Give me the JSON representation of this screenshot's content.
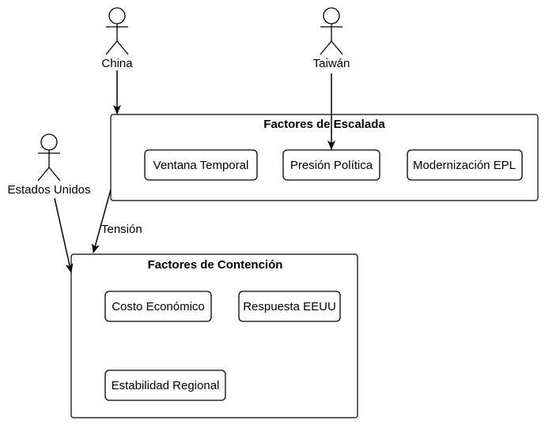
{
  "diagram": {
    "type": "flowchart",
    "background_color": "#ffffff",
    "stroke_color": "#000000",
    "text_color": "#000000",
    "actors": [
      {
        "id": "china",
        "label": "China"
      },
      {
        "id": "taiwan",
        "label": "Taiwán"
      },
      {
        "id": "estados-unidos",
        "label": "Estados Unidos"
      }
    ],
    "clusters": [
      {
        "id": "escalada",
        "title": "Factores de Escalada",
        "nodes": [
          {
            "label": "Ventana Temporal"
          },
          {
            "label": "Presión Política"
          },
          {
            "label": "Modernización EPL"
          }
        ]
      },
      {
        "id": "contencion",
        "title": "Factores de Contención",
        "nodes": [
          {
            "label": "Costo Económico"
          },
          {
            "label": "Respuesta EEUU"
          },
          {
            "label": "Estabilidad Regional"
          }
        ]
      }
    ],
    "edges": [
      {
        "from": "China",
        "to": "Factores de Escalada",
        "label": ""
      },
      {
        "from": "Taiwán",
        "to": "Presión Política",
        "label": ""
      },
      {
        "from": "Estados Unidos",
        "to": "Factores de Contención",
        "label": ""
      },
      {
        "from": "Factores de Escalada",
        "to": "Factores de Contención",
        "label": "Tensión"
      }
    ]
  }
}
